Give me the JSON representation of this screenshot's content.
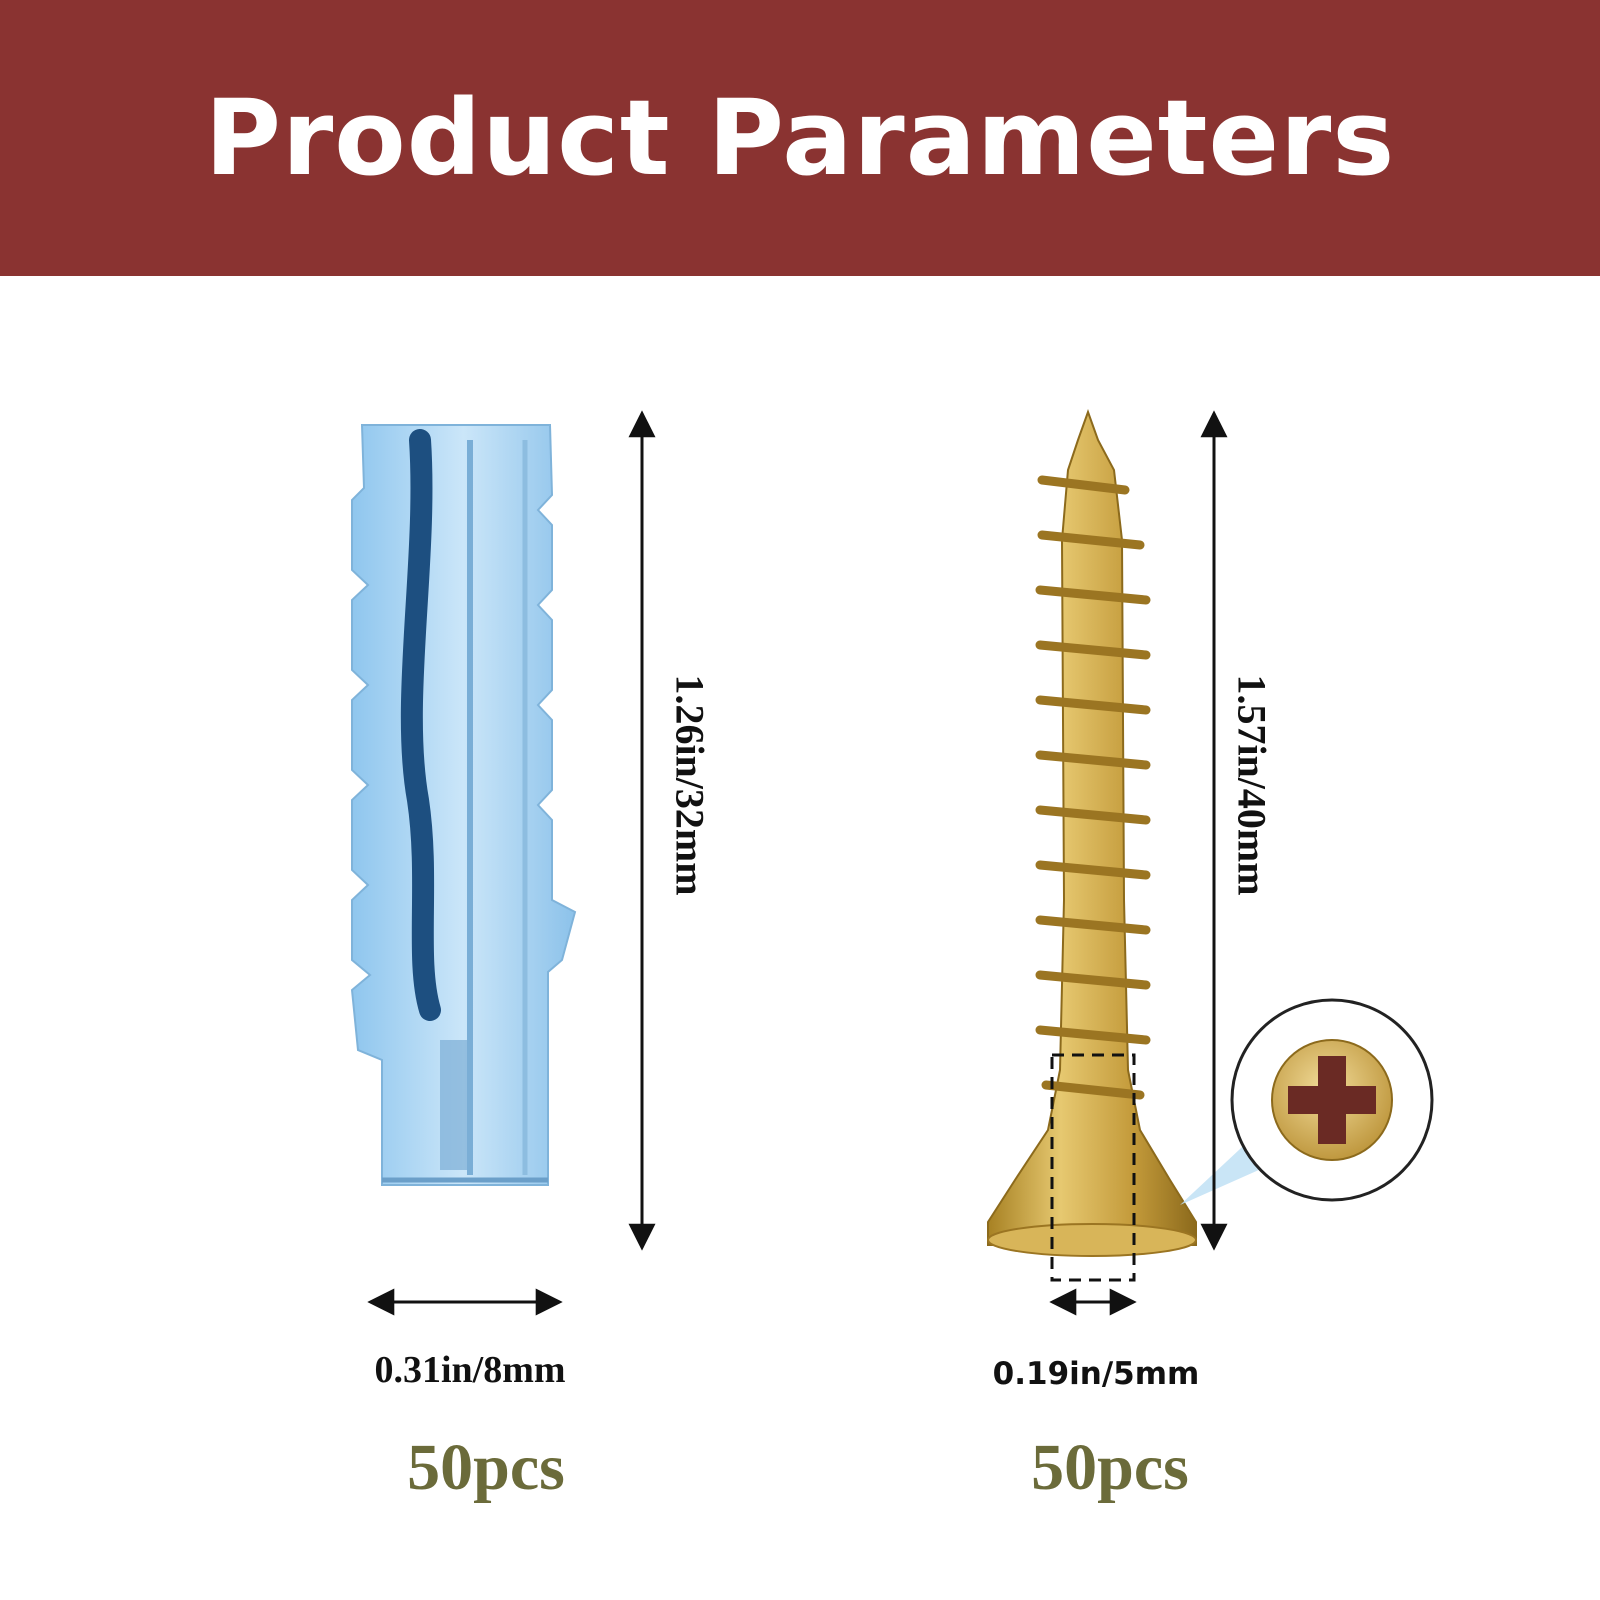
{
  "banner": {
    "title": "Product Parameters"
  },
  "colors": {
    "banner": "#8a3331",
    "quantity_text": "#6b6b3a",
    "anchor": "#9fd0f2",
    "screw": "#caa444"
  },
  "anchor": {
    "icon": "wall-anchor-icon",
    "length_label": "1.26in/32mm",
    "width_label": "0.31in/8mm",
    "quantity": "50pcs"
  },
  "screw": {
    "icon": "screw-icon",
    "head_icon": "phillips-head-icon",
    "length_label": "1.57in/40mm",
    "width_label": "0.19in/5mm",
    "quantity": "50pcs"
  }
}
